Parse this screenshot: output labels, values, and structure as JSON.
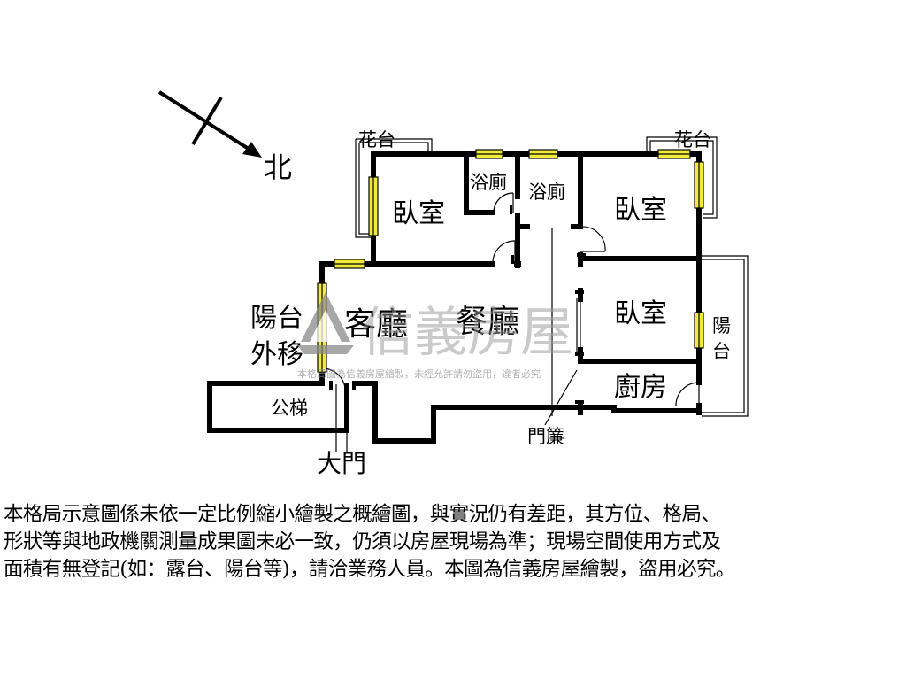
{
  "north_label": "北",
  "rooms": {
    "flower_bed_left": "花台",
    "flower_bed_right": "花台",
    "bedroom_top_left": "臥室",
    "bath_1": "浴廁",
    "bath_2": "浴廁",
    "bedroom_top_right": "臥室",
    "balcony_moved_line1": "陽台",
    "balcony_moved_line2": "外移",
    "living_room": "客廳",
    "dining_room": "餐廳",
    "bedroom_mid_right": "臥室",
    "balcony_right_line1": "陽",
    "balcony_right_line2": "台",
    "kitchen": "廚房",
    "public_stair": "公梯",
    "main_door": "大門",
    "door_curtain": "門簾"
  },
  "watermark": {
    "brand": "信義房屋",
    "notice": "本格局圖為信義房屋繪製，未經允許請勿盜用，違者必究"
  },
  "disclaimer_lines": [
    "本格局示意圖係未依一定比例縮小繪製之概繪圖，與實況仍有差距，其方位、格局、",
    "形狀等與地政機關測量成果圖未必一致，仍須以房屋現場為準；現場空間使用方式及",
    "面積有無登記(如：露台、陽台等)，請洽業務人員。本圖為信義房屋繪製，盜用必究。"
  ],
  "colors": {
    "wall": "#000000",
    "window": "#f2ea3a",
    "watermark": "#9a9a9a"
  }
}
